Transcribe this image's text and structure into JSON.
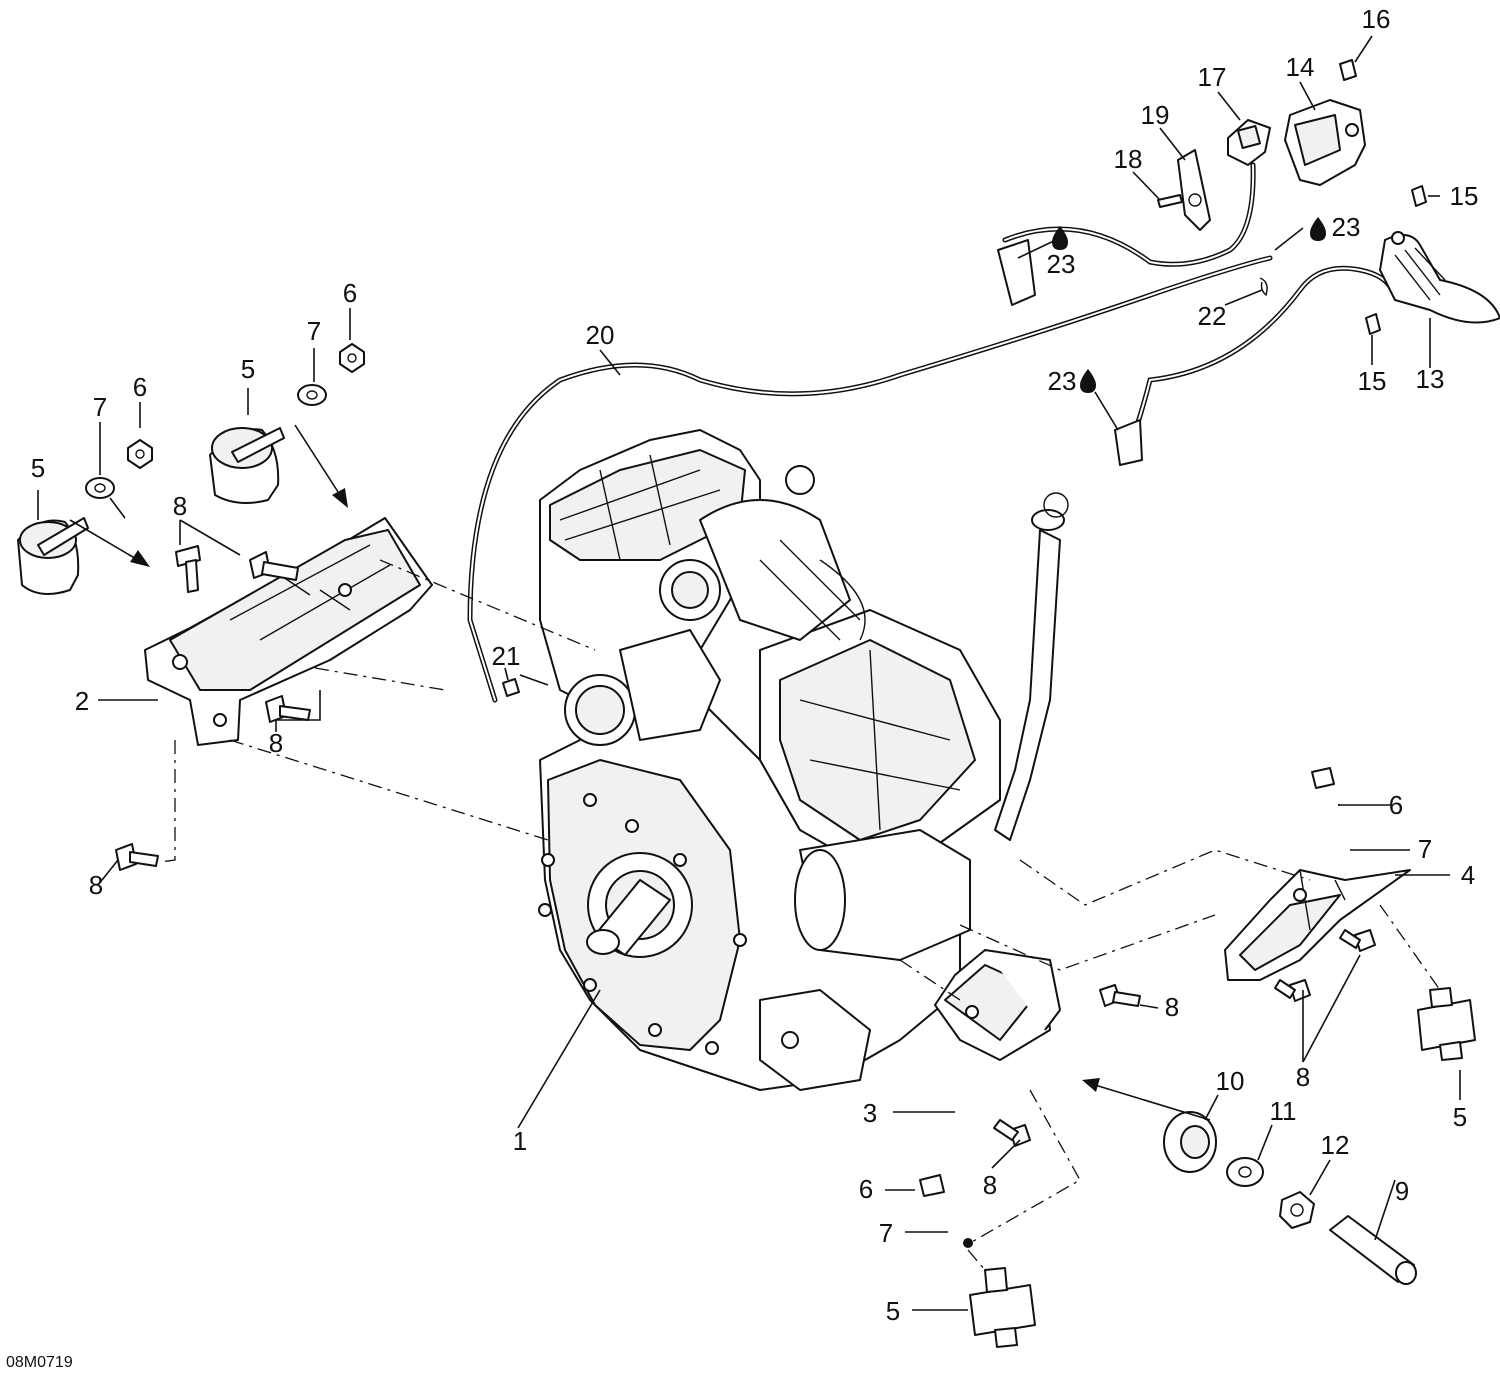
{
  "diagram": {
    "reference_code": "08M0719",
    "callouts": [
      {
        "id": "c1",
        "label": "1"
      },
      {
        "id": "c2",
        "label": "2"
      },
      {
        "id": "c3",
        "label": "3"
      },
      {
        "id": "c4",
        "label": "4"
      },
      {
        "id": "c5a",
        "label": "5"
      },
      {
        "id": "c5b",
        "label": "5"
      },
      {
        "id": "c5c",
        "label": "5"
      },
      {
        "id": "c5d",
        "label": "5"
      },
      {
        "id": "c6a",
        "label": "6"
      },
      {
        "id": "c6b",
        "label": "6"
      },
      {
        "id": "c6c",
        "label": "6"
      },
      {
        "id": "c6d",
        "label": "6"
      },
      {
        "id": "c7a",
        "label": "7"
      },
      {
        "id": "c7b",
        "label": "7"
      },
      {
        "id": "c7c",
        "label": "7"
      },
      {
        "id": "c7d",
        "label": "7"
      },
      {
        "id": "c8a",
        "label": "8"
      },
      {
        "id": "c8b",
        "label": "8"
      },
      {
        "id": "c8c",
        "label": "8"
      },
      {
        "id": "c8d",
        "label": "8"
      },
      {
        "id": "c8e",
        "label": "8"
      },
      {
        "id": "c8f",
        "label": "8"
      },
      {
        "id": "c9",
        "label": "9"
      },
      {
        "id": "c10",
        "label": "10"
      },
      {
        "id": "c11",
        "label": "11"
      },
      {
        "id": "c12",
        "label": "12"
      },
      {
        "id": "c13",
        "label": "13"
      },
      {
        "id": "c14",
        "label": "14"
      },
      {
        "id": "c15a",
        "label": "15"
      },
      {
        "id": "c15b",
        "label": "15"
      },
      {
        "id": "c16",
        "label": "16"
      },
      {
        "id": "c17",
        "label": "17"
      },
      {
        "id": "c18",
        "label": "18"
      },
      {
        "id": "c19",
        "label": "19"
      },
      {
        "id": "c20",
        "label": "20"
      },
      {
        "id": "c21",
        "label": "21"
      },
      {
        "id": "c22",
        "label": "22"
      },
      {
        "id": "c23a",
        "label": "23"
      },
      {
        "id": "c23b",
        "label": "23"
      },
      {
        "id": "c23c",
        "label": "23"
      }
    ]
  }
}
